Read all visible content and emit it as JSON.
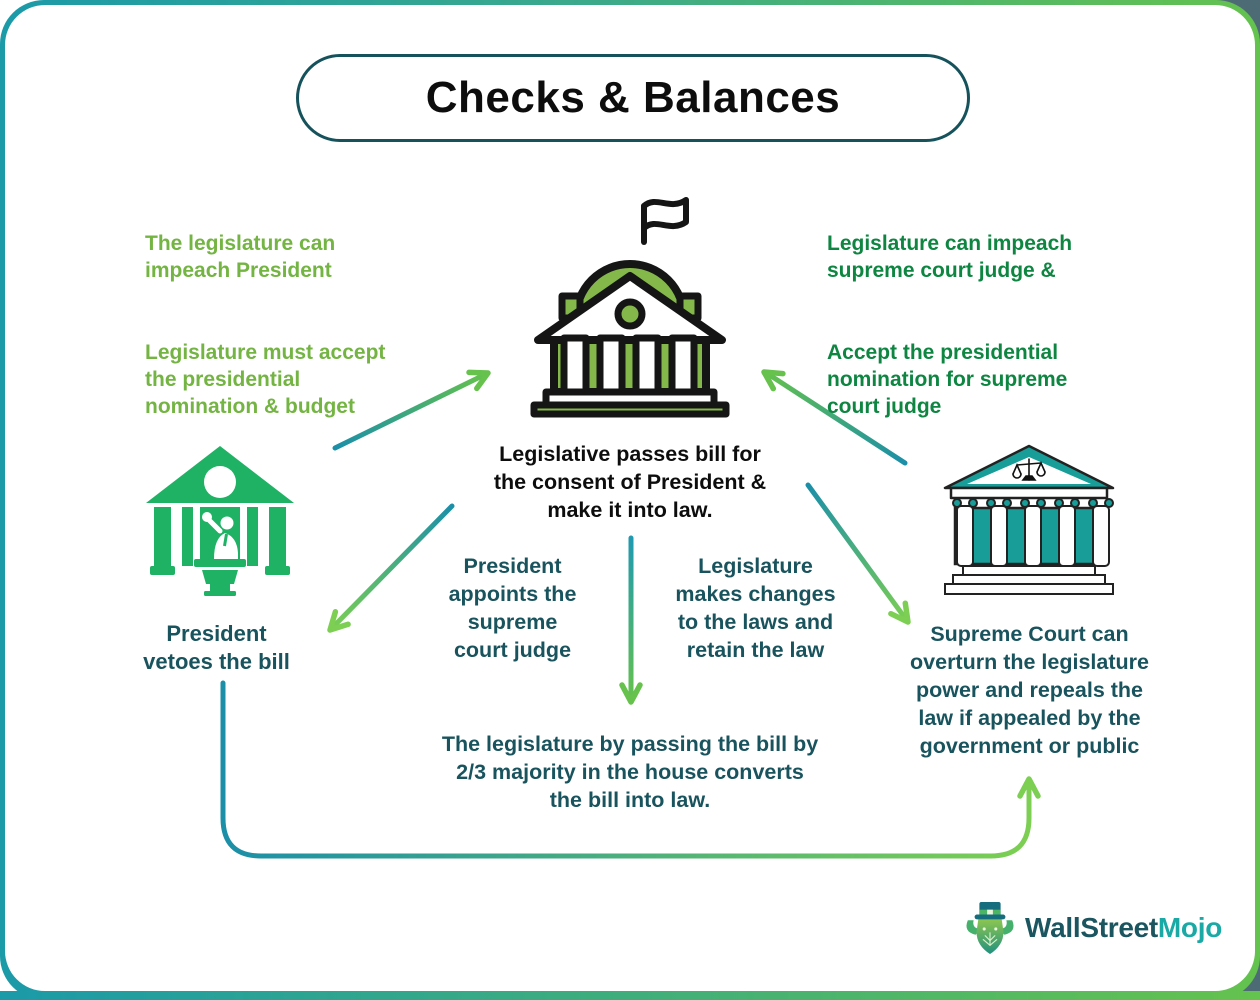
{
  "title": "Checks & Balances",
  "legislature": {
    "icon": "capitol-icon",
    "caption": "Legislative passes bill for\nthe consent of President &\nmake it into law."
  },
  "president": {
    "icon": "president-podium-icon",
    "caption": "President\nvetoes the bill"
  },
  "supreme_court": {
    "icon": "courthouse-icon",
    "caption": "Supreme Court can\noverturn the legislature\npower and repeals the\nlaw if appealed by the\ngovernment or public"
  },
  "annotations": {
    "legislature_checks_president_1": "The legislature can\nimpeach President",
    "legislature_checks_president_2": "Legislature must accept\nthe presidential\nnomination & budget",
    "legislature_checks_court_1": "Legislature can impeach\nsupreme court judge &",
    "legislature_checks_court_2": "Accept the presidential\nnomination for supreme\ncourt judge",
    "president_appoints_judge": "President\nappoints the\nsupreme\ncourt judge",
    "legislature_changes_laws": "Legislature\nmakes changes\nto the laws and\nretain the law",
    "override_veto": "The legislature by passing the bill by\n2/3 majority in the house converts\nthe bill into law."
  },
  "logo": {
    "brand_part1": "WallStreet",
    "brand_part2": "Mojo",
    "mascot": "bull-mascot-icon"
  },
  "colors": {
    "light_green_text": "#74b443",
    "dark_green_text": "#0e8642",
    "dark_teal_text": "#19545e",
    "black_text": "#0d0d0d",
    "arrow_teal": "#1b8fa8",
    "arrow_green": "#66c24c",
    "border_teal": "#1b9aa8",
    "border_green": "#64c24e",
    "title_border": "#15525c",
    "capitol_green": "#85b84a",
    "president_green": "#1fb264",
    "court_teal": "#189d98",
    "logo_dark": "#1a5560",
    "logo_teal": "#1aa9a5",
    "page_corner_dark": "#4d6b74"
  }
}
